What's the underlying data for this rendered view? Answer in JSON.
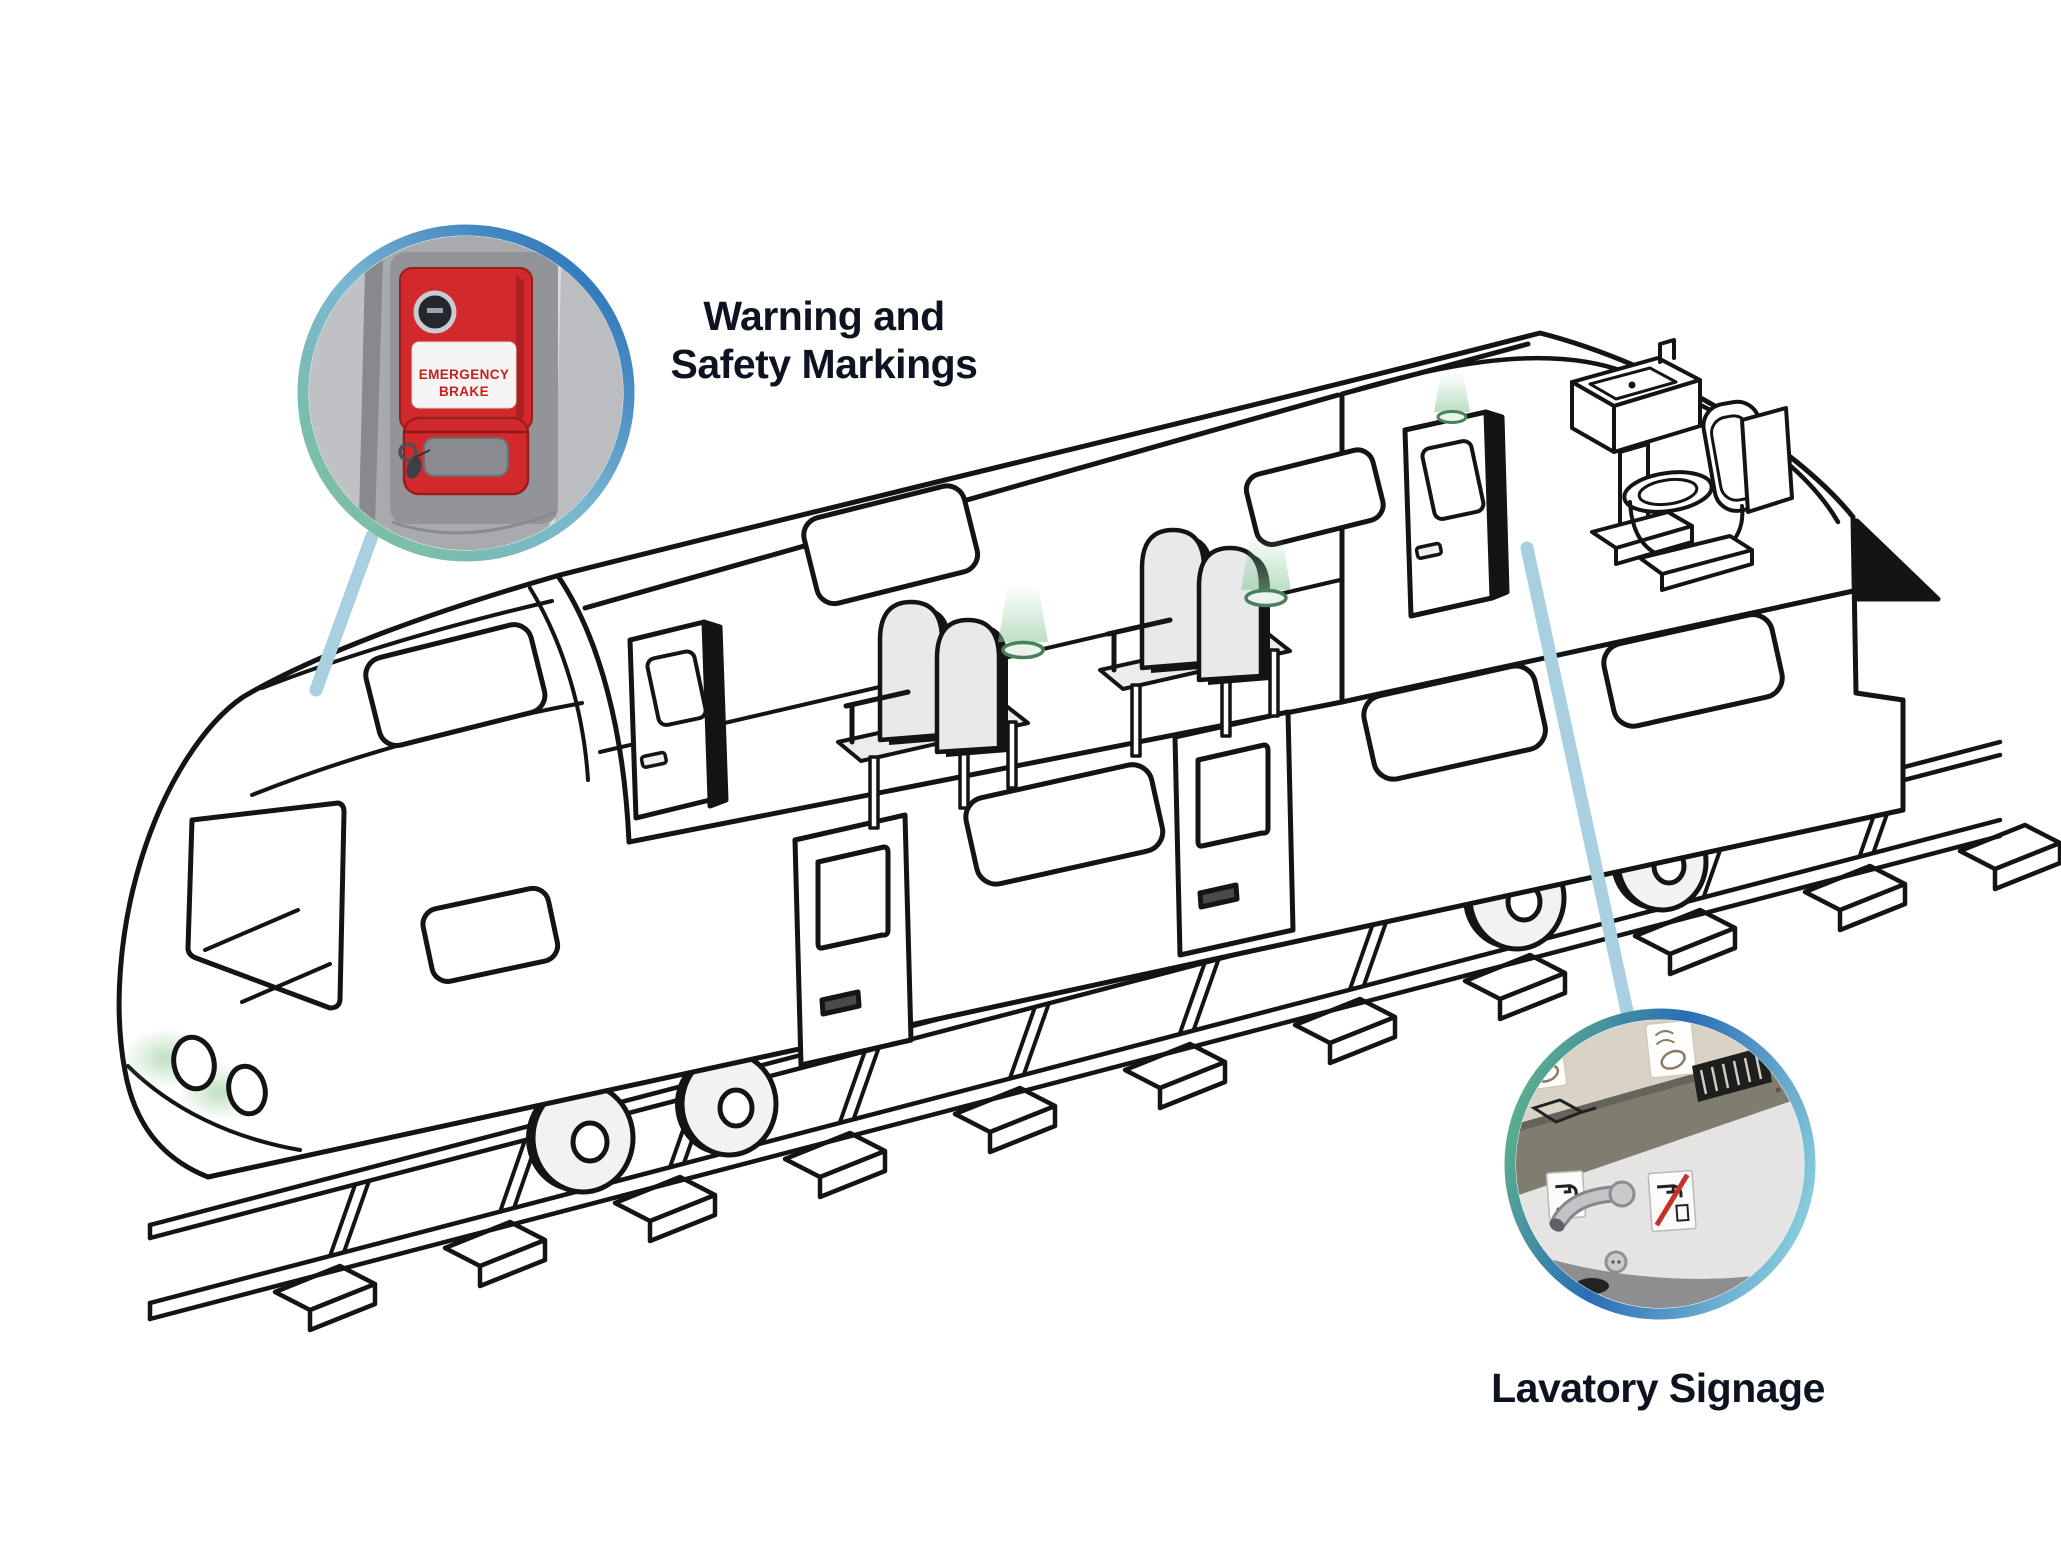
{
  "figure": {
    "callouts": [
      {
        "label_line1": "Warning and",
        "label_line2": "Safety Markings",
        "photo": {
          "label_line1": "EMERGENCY",
          "label_line2": "BRAKE"
        }
      },
      {
        "label": "Lavatory Signage"
      }
    ],
    "colors": {
      "accent_blue": "#2e74ba",
      "accent_green": "#7cc09c",
      "callout_line": "#a9d0e0",
      "brake_red": "#d22a2c",
      "brake_label_red": "#c8201f",
      "label_text": "#0d1320",
      "line_art": "#141414",
      "seat_gray": "#e9e9eb",
      "glow_green": "#9ccf9f"
    }
  }
}
